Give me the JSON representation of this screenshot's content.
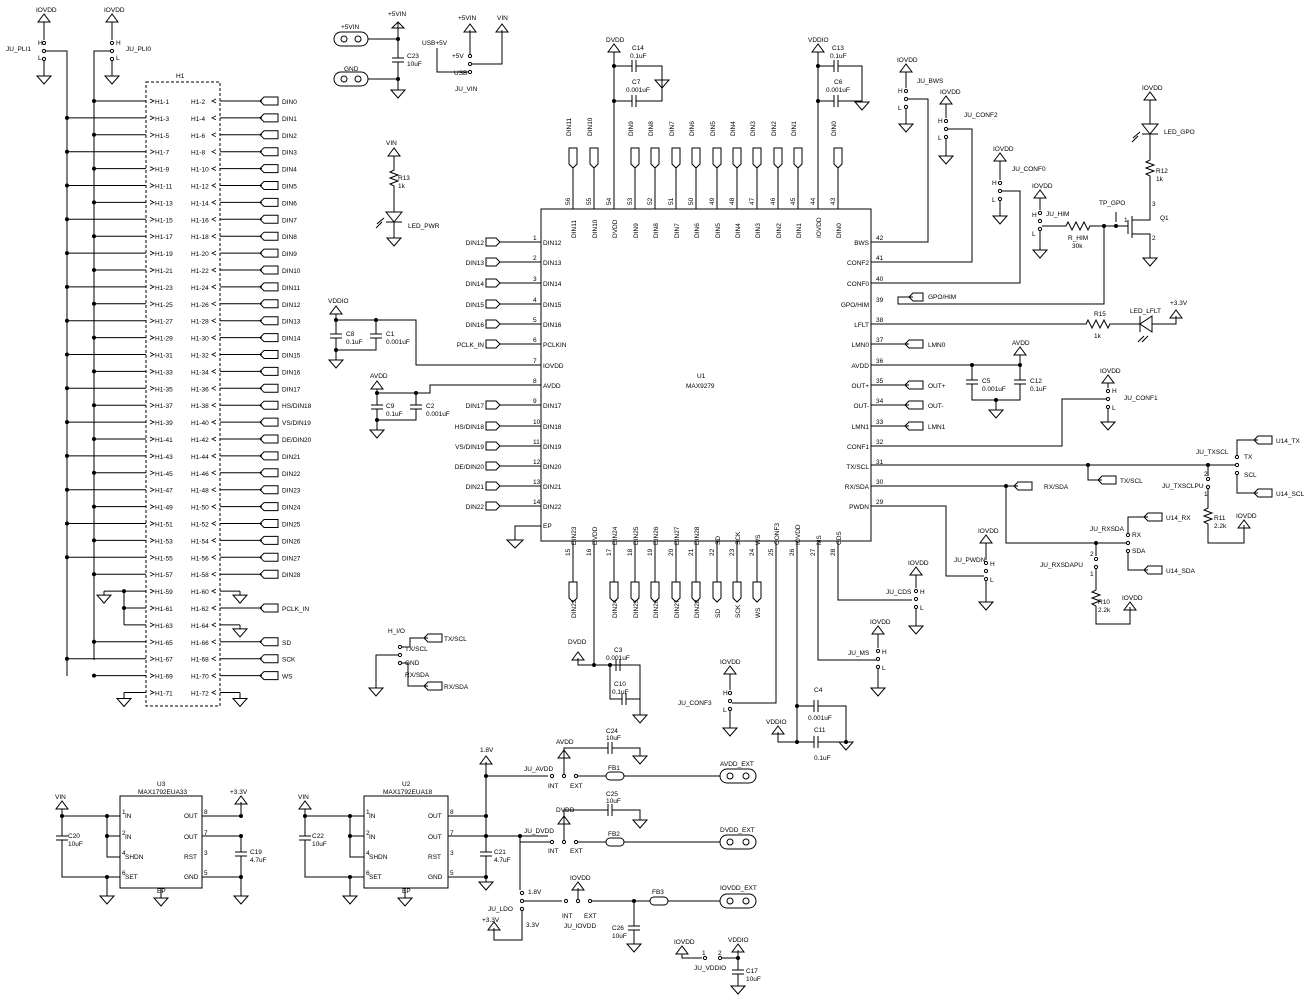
{
  "u1": {
    "ref": "U1",
    "part": "MAX9279",
    "top_pins": [
      {
        "name": "DIN11",
        "num": "56"
      },
      {
        "name": "DIN10",
        "num": "55"
      },
      {
        "name": "DVDD",
        "num": "54"
      },
      {
        "name": "DIN9",
        "num": "53"
      },
      {
        "name": "DIN8",
        "num": "52"
      },
      {
        "name": "DIN7",
        "num": "51"
      },
      {
        "name": "DIN6",
        "num": "50"
      },
      {
        "name": "DIN5",
        "num": "49"
      },
      {
        "name": "DIN4",
        "num": "48"
      },
      {
        "name": "DIN3",
        "num": "47"
      },
      {
        "name": "DIN2",
        "num": "46"
      },
      {
        "name": "DIN1",
        "num": "45"
      },
      {
        "name": "IOVDD",
        "num": "44"
      },
      {
        "name": "DIN0",
        "num": "43"
      }
    ],
    "left_pins": [
      {
        "name": "DIN12",
        "num": "1"
      },
      {
        "name": "DIN13",
        "num": "2"
      },
      {
        "name": "DIN14",
        "num": "3"
      },
      {
        "name": "DIN15",
        "num": "4"
      },
      {
        "name": "DIN16",
        "num": "5"
      },
      {
        "name": "PCLKIN",
        "num": "6"
      },
      {
        "name": "IOVDD",
        "num": "7"
      },
      {
        "name": "AVDD",
        "num": "8"
      },
      {
        "name": "DIN17",
        "num": "9"
      },
      {
        "name": "DIN18",
        "num": "10"
      },
      {
        "name": "DIN19",
        "num": "11"
      },
      {
        "name": "DIN20",
        "num": "12"
      },
      {
        "name": "DIN21",
        "num": "13"
      },
      {
        "name": "DIN22",
        "num": "14"
      }
    ],
    "right_pins": [
      {
        "name": "BWS",
        "num": "42"
      },
      {
        "name": "CONF2",
        "num": "41"
      },
      {
        "name": "CONF0",
        "num": "40"
      },
      {
        "name": "GPO/HIM",
        "num": "39"
      },
      {
        "name": "LFLT",
        "num": "38"
      },
      {
        "name": "LMN0",
        "num": "37"
      },
      {
        "name": "AVDD",
        "num": "36"
      },
      {
        "name": "OUT+",
        "num": "35"
      },
      {
        "name": "OUT-",
        "num": "34"
      },
      {
        "name": "LMN1",
        "num": "33"
      },
      {
        "name": "CONF1",
        "num": "32"
      },
      {
        "name": "TX/SCL",
        "num": "31"
      },
      {
        "name": "RX/SDA",
        "num": "30"
      },
      {
        "name": "PWDN",
        "num": "29"
      }
    ],
    "bottom_pins": [
      {
        "name": "DIN23",
        "num": "15"
      },
      {
        "name": "DVDD",
        "num": "16"
      },
      {
        "name": "DIN24",
        "num": "17"
      },
      {
        "name": "DIN25",
        "num": "18"
      },
      {
        "name": "DIN26",
        "num": "19"
      },
      {
        "name": "DIN27",
        "num": "20"
      },
      {
        "name": "DIN28",
        "num": "21"
      },
      {
        "name": "SD",
        "num": "22"
      },
      {
        "name": "SCK",
        "num": "23"
      },
      {
        "name": "WS",
        "num": "24"
      },
      {
        "name": "CONF3",
        "num": "25"
      },
      {
        "name": "IOVDD",
        "num": "26"
      },
      {
        "name": "MS",
        "num": "27"
      },
      {
        "name": "CDS",
        "num": "28"
      }
    ],
    "ep": "EP"
  },
  "left_net_labels": [
    "DIN12",
    "DIN13",
    "DIN14",
    "DIN15",
    "DIN16",
    "PCLK_IN",
    "DIN17",
    "HS/DIN18",
    "VS/DIN19",
    "DE/DIN20",
    "DIN21",
    "DIN22"
  ],
  "top_net_labels": [
    "DIN11",
    "DIN10",
    "DIN9",
    "DIN8",
    "DIN7",
    "DIN6",
    "DIN5",
    "DIN4",
    "DIN3",
    "DIN2",
    "DIN1",
    "DIN0"
  ],
  "bottom_net_labels": [
    "DIN23",
    "DIN24",
    "DIN25",
    "DIN26",
    "DIN27",
    "DIN28",
    "SD",
    "SCK",
    "WS"
  ],
  "h1": {
    "ref": "H1",
    "left_pins": [
      "H1-1",
      "H1-3",
      "H1-5",
      "H1-7",
      "H1-9",
      "H1-11",
      "H1-13",
      "H1-15",
      "H1-17",
      "H1-19",
      "H1-21",
      "H1-23",
      "H1-25",
      "H1-27",
      "H1-29",
      "H1-31",
      "H1-33",
      "H1-35",
      "H1-37",
      "H1-39",
      "H1-41",
      "H1-43",
      "H1-45",
      "H1-47",
      "H1-49",
      "H1-51",
      "H1-53",
      "H1-55",
      "H1-57",
      "H1-59",
      "H1-61",
      "H1-63",
      "H1-65",
      "H1-67",
      "H1-69",
      "H1-71"
    ],
    "right_pins": [
      "H1-2",
      "H1-4",
      "H1-6",
      "H1-8",
      "H1-10",
      "H1-12",
      "H1-14",
      "H1-16",
      "H1-18",
      "H1-20",
      "H1-22",
      "H1-24",
      "H1-26",
      "H1-28",
      "H1-30",
      "H1-32",
      "H1-34",
      "H1-36",
      "H1-38",
      "H1-40",
      "H1-42",
      "H1-44",
      "H1-46",
      "H1-48",
      "H1-50",
      "H1-52",
      "H1-54",
      "H1-56",
      "H1-58",
      "H1-60",
      "H1-62",
      "H1-64",
      "H1-66",
      "H1-68",
      "H1-70",
      "H1-72"
    ],
    "right_nets": [
      "DIN0",
      "DIN1",
      "DIN2",
      "DIN3",
      "DIN4",
      "DIN5",
      "DIN6",
      "DIN7",
      "DIN8",
      "DIN9",
      "DIN10",
      "DIN11",
      "DIN12",
      "DIN13",
      "DIN14",
      "DIN15",
      "DIN16",
      "DIN17",
      "HS/DIN18",
      "VS/DIN19",
      "DE/DIN20",
      "DIN21",
      "DIN22",
      "DIN23",
      "DIN24",
      "DIN25",
      "DIN26",
      "DIN27",
      "DIN28",
      "",
      "PCLK_IN",
      "",
      "SD",
      "SCK",
      "WS",
      ""
    ]
  },
  "jumpers_top": {
    "iovdd": "IOVDD",
    "ju_pli1": "JU_PLI1",
    "ju_pli0": "JU_PLI0",
    "h": "H",
    "l": "L"
  },
  "power_block": {
    "p5vin_conn": "+5VIN",
    "p5vin": "+5VIN",
    "gnd_conn": "GND",
    "c23": "C23",
    "c23_val": "10uF",
    "usb5v": "USB+5V",
    "p5v": "+5V",
    "usb": "USB",
    "ju_vin": "JU_VIN",
    "vin": "VIN",
    "p5vin2": "+5VIN"
  },
  "dvdd_decoupling": {
    "net": "DVDD",
    "c14": "C14",
    "c14_val": "0.1uF",
    "c7": "C7",
    "c7_val": "0.001uF"
  },
  "vddio_decoupling": {
    "net": "VDDIO",
    "c13": "C13",
    "c13_val": "0.1uF",
    "c6": "C6",
    "c6_val": "0.001uF"
  },
  "led_pwr": {
    "vin": "VIN",
    "r13": "R13",
    "r13_val": "1k",
    "led": "LED_PWR"
  },
  "vddio_left": {
    "net": "VDDIO",
    "c8": "C8",
    "c8_val": "0.1uF",
    "c1": "C1",
    "c1_val": "0.001uF"
  },
  "avdd_left": {
    "net": "AVDD",
    "c9": "C9",
    "c9_val": "0.1uF",
    "c2": "C2",
    "c2_val": "0.001uF"
  },
  "right_block": {
    "iovdd": "IOVDD",
    "ju_bws": "JU_BWS",
    "ju_conf2": "JU_CONF2",
    "ju_conf0": "JU_CONF0",
    "ju_him": "JU_HIM",
    "r_him": "R_HIM",
    "r_him_val": "30k",
    "tp_gpo": "TP_GPO",
    "q1": "Q1",
    "led_gpo": "LED_GPO",
    "r12": "R12",
    "r12_val": "1k",
    "gpo_him": "GPO/HIM",
    "r15": "R15",
    "r15_val": "1k",
    "led_lflt": "LED_LFLT",
    "p3v3": "+3.3V",
    "lmn0": "LMN0",
    "lmn1": "LMN1",
    "avdd": "AVDD",
    "c5": "C5",
    "c5_val": "0.001uF",
    "c12": "C12",
    "c12_val": "0.1uF",
    "out_p": "OUT+",
    "out_n": "OUT-",
    "ju_conf1": "JU_CONF1",
    "tx_scl": "TX/SCL",
    "rx_sda": "RX/SDA",
    "ju_txscl": "JU_TXSCL",
    "tx": "TX",
    "scl": "SCL",
    "u14_tx": "U14_TX",
    "u14_scl": "U14_SCL",
    "ju_txsclpu": "JU_TXSCLPU",
    "r11": "R11",
    "r11_val": "2.2k",
    "ju_rxsda": "JU_RXSDA",
    "rx": "RX",
    "sda": "SDA",
    "u14_rx": "U14_RX",
    "u14_sda": "U14_SDA",
    "ju_rxsdapu": "JU_RXSDAPU",
    "r10": "R10",
    "r10_val": "2.2k",
    "ju_pwdn": "JU_PWDN",
    "ju_cds": "JU_CDS",
    "ju_ms": "JU_MS",
    "ju_conf3": "JU_CONF3",
    "c3": "C3",
    "c3_val": "0.001uF",
    "c10": "C10",
    "c10_val": "0.1uF",
    "dvdd": "DVDD",
    "c4": "C4",
    "c4_val": "0.001uF",
    "c11": "C11",
    "c11_val": "0.1uF",
    "vddio": "VDDIO",
    "h_io": "H_I/O",
    "gnd": "GND"
  },
  "regulators": {
    "vin": "VIN",
    "p3v3": "+3.3V",
    "u3": "U3",
    "u3_part": "MAX1792EUA33",
    "u2": "U2",
    "u2_part": "MAX1792EUA18",
    "in": "IN",
    "out": "OUT",
    "shdn": "SHDN",
    "rst": "RST",
    "set": "SET",
    "gnd": "GND",
    "ep": "EP",
    "c20": "C20",
    "c20_val": "10uF",
    "c19": "C19",
    "c19_val": "4.7uF",
    "c22": "C22",
    "c22_val": "10uF",
    "c21": "C21",
    "c21_val": "4.7uF",
    "v18": "1.8V",
    "v33": "3.3V",
    "avdd": "AVDD",
    "dvdd": "DVDD",
    "iovdd": "IOVDD",
    "vddio": "VDDIO",
    "ju_avdd": "JU_AVDD",
    "ju_dvdd": "JU_DVDD",
    "ju_ldo": "JU_LDO",
    "ju_iovdd": "JU_IOVDD",
    "ju_vddio": "JU_VDDIO",
    "int": "INT",
    "ext": "EXT",
    "fb1": "FB1",
    "fb2": "FB2",
    "fb3": "FB3",
    "c24": "C24",
    "c24_val": "10uF",
    "c25": "C25",
    "c25_val": "10uF",
    "c26": "C26",
    "c26_val": "10uF",
    "c17": "C17",
    "c17_val": "10uF",
    "avdd_ext": "AVDD_EXT",
    "dvdd_ext": "DVDD_EXT",
    "iovdd_ext": "IOVDD_EXT"
  }
}
